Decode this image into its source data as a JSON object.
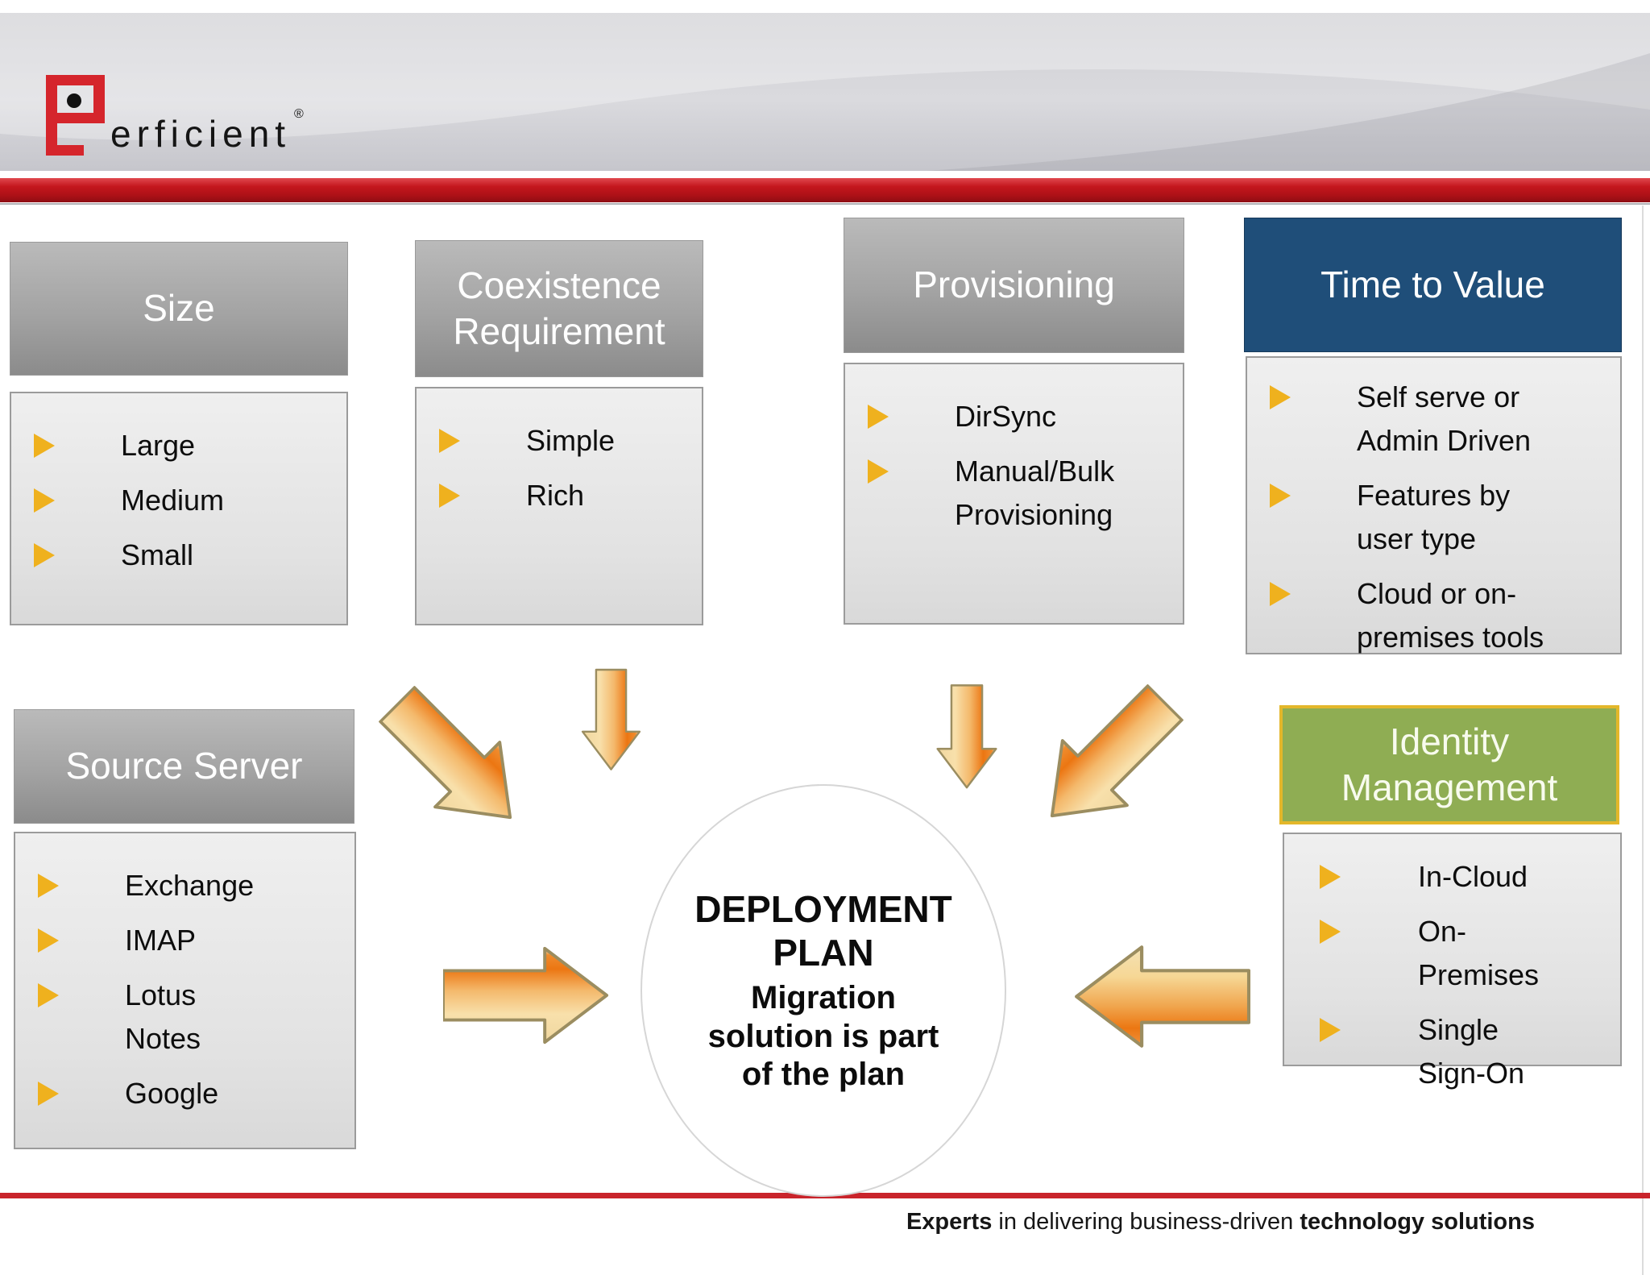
{
  "brand": {
    "logo_text": "erficient",
    "registered": "®"
  },
  "boxes": [
    {
      "id": "size",
      "title": "Size",
      "items": [
        "Large",
        "Medium",
        "Small"
      ]
    },
    {
      "id": "coexistence",
      "title": "Coexistence\nRequirement",
      "items": [
        "Simple",
        "Rich"
      ]
    },
    {
      "id": "provisioning",
      "title": "Provisioning",
      "items": [
        "DirSync",
        "Manual/Bulk\nProvisioning"
      ]
    },
    {
      "id": "time-to-value",
      "title": "Time to Value",
      "items": [
        "Self serve or\nAdmin Driven",
        "Features by\nuser type",
        "Cloud or on-\npremises tools"
      ]
    },
    {
      "id": "source-server",
      "title": "Source Server",
      "items": [
        "Exchange",
        "IMAP",
        "Lotus\nNotes",
        "Google"
      ]
    },
    {
      "id": "identity-management",
      "title": "Identity\nManagement",
      "items": [
        "In-Cloud",
        "On-\nPremises",
        "Single\nSign-On"
      ]
    }
  ],
  "center": {
    "title": "DEPLOYMENT\nPLAN",
    "subtitle": "Migration\nsolution is part\nof the plan"
  },
  "footer": {
    "tagline_bold_1": "Experts",
    "tagline_regular": " in delivering business-driven ",
    "tagline_bold_2": "technology solutions"
  },
  "colors": {
    "brand_red": "#c4161d",
    "navy_header": "#1f4e79",
    "green_header": "#8fad53",
    "green_header_border": "#e3b72a",
    "bullet_gold": "#efb11e",
    "arrow_orange": "#ec7612",
    "arrow_cream": "#f8e9c6",
    "gray_header": "#a3a3a3"
  }
}
